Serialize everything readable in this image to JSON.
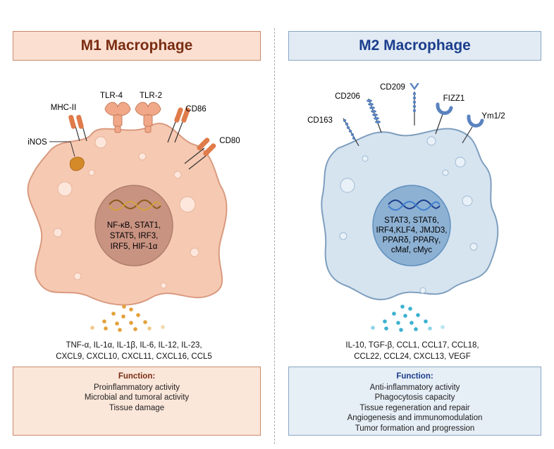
{
  "m1": {
    "title": "M1 Macrophage",
    "receptors": [
      "MHC-II",
      "TLR-4",
      "TLR-2",
      "CD86",
      "CD80"
    ],
    "enzyme": "iNOS",
    "nucleus_lines": [
      "NF-κB, STAT1,",
      "STAT5, IRF3,",
      "IRF5, HIF-1α"
    ],
    "cytokine_lines": [
      "TNF-α, IL-1α, IL-1β, IL-6, IL-12, IL-23,",
      "CXCL9, CXCL10, CXCL11, CXCL16, CCL5"
    ],
    "function_title": "Function:",
    "function_items": [
      "Proinflammatory activity",
      "Microbial and tumoral activity",
      "Tissue damage"
    ],
    "colors": {
      "cell": "#f6c9b2",
      "nucleus": "#c99382",
      "dots": "#e3a03a",
      "accent": "#7a2d12"
    }
  },
  "m2": {
    "title": "M2 Macrophage",
    "receptors": [
      "CD163",
      "CD206",
      "CD209",
      "FIZZ1",
      "Ym1/2"
    ],
    "nucleus_lines": [
      "STAT3, STAT6,",
      "IRF4,KLF4, JMJD3,",
      "PPARδ, PPARγ,",
      "cMaf, cMyc"
    ],
    "cytokine_lines": [
      "IL-10, TGF-β, CCL1, CCL17, CCL18,",
      "CCL22, CCL24, CXCL13, VEGF"
    ],
    "function_title": "Function:",
    "function_items": [
      "Anti-inflammatory activity",
      "Phagocytosis capacity",
      "Tissue regeneration and repair",
      "Angiogenesis and immunomodulation",
      "Tumor formation and progression"
    ],
    "colors": {
      "cell": "#d6e4f0",
      "nucleus": "#8db1d3",
      "dots": "#3cb1cf",
      "accent": "#1b3e8c"
    }
  }
}
